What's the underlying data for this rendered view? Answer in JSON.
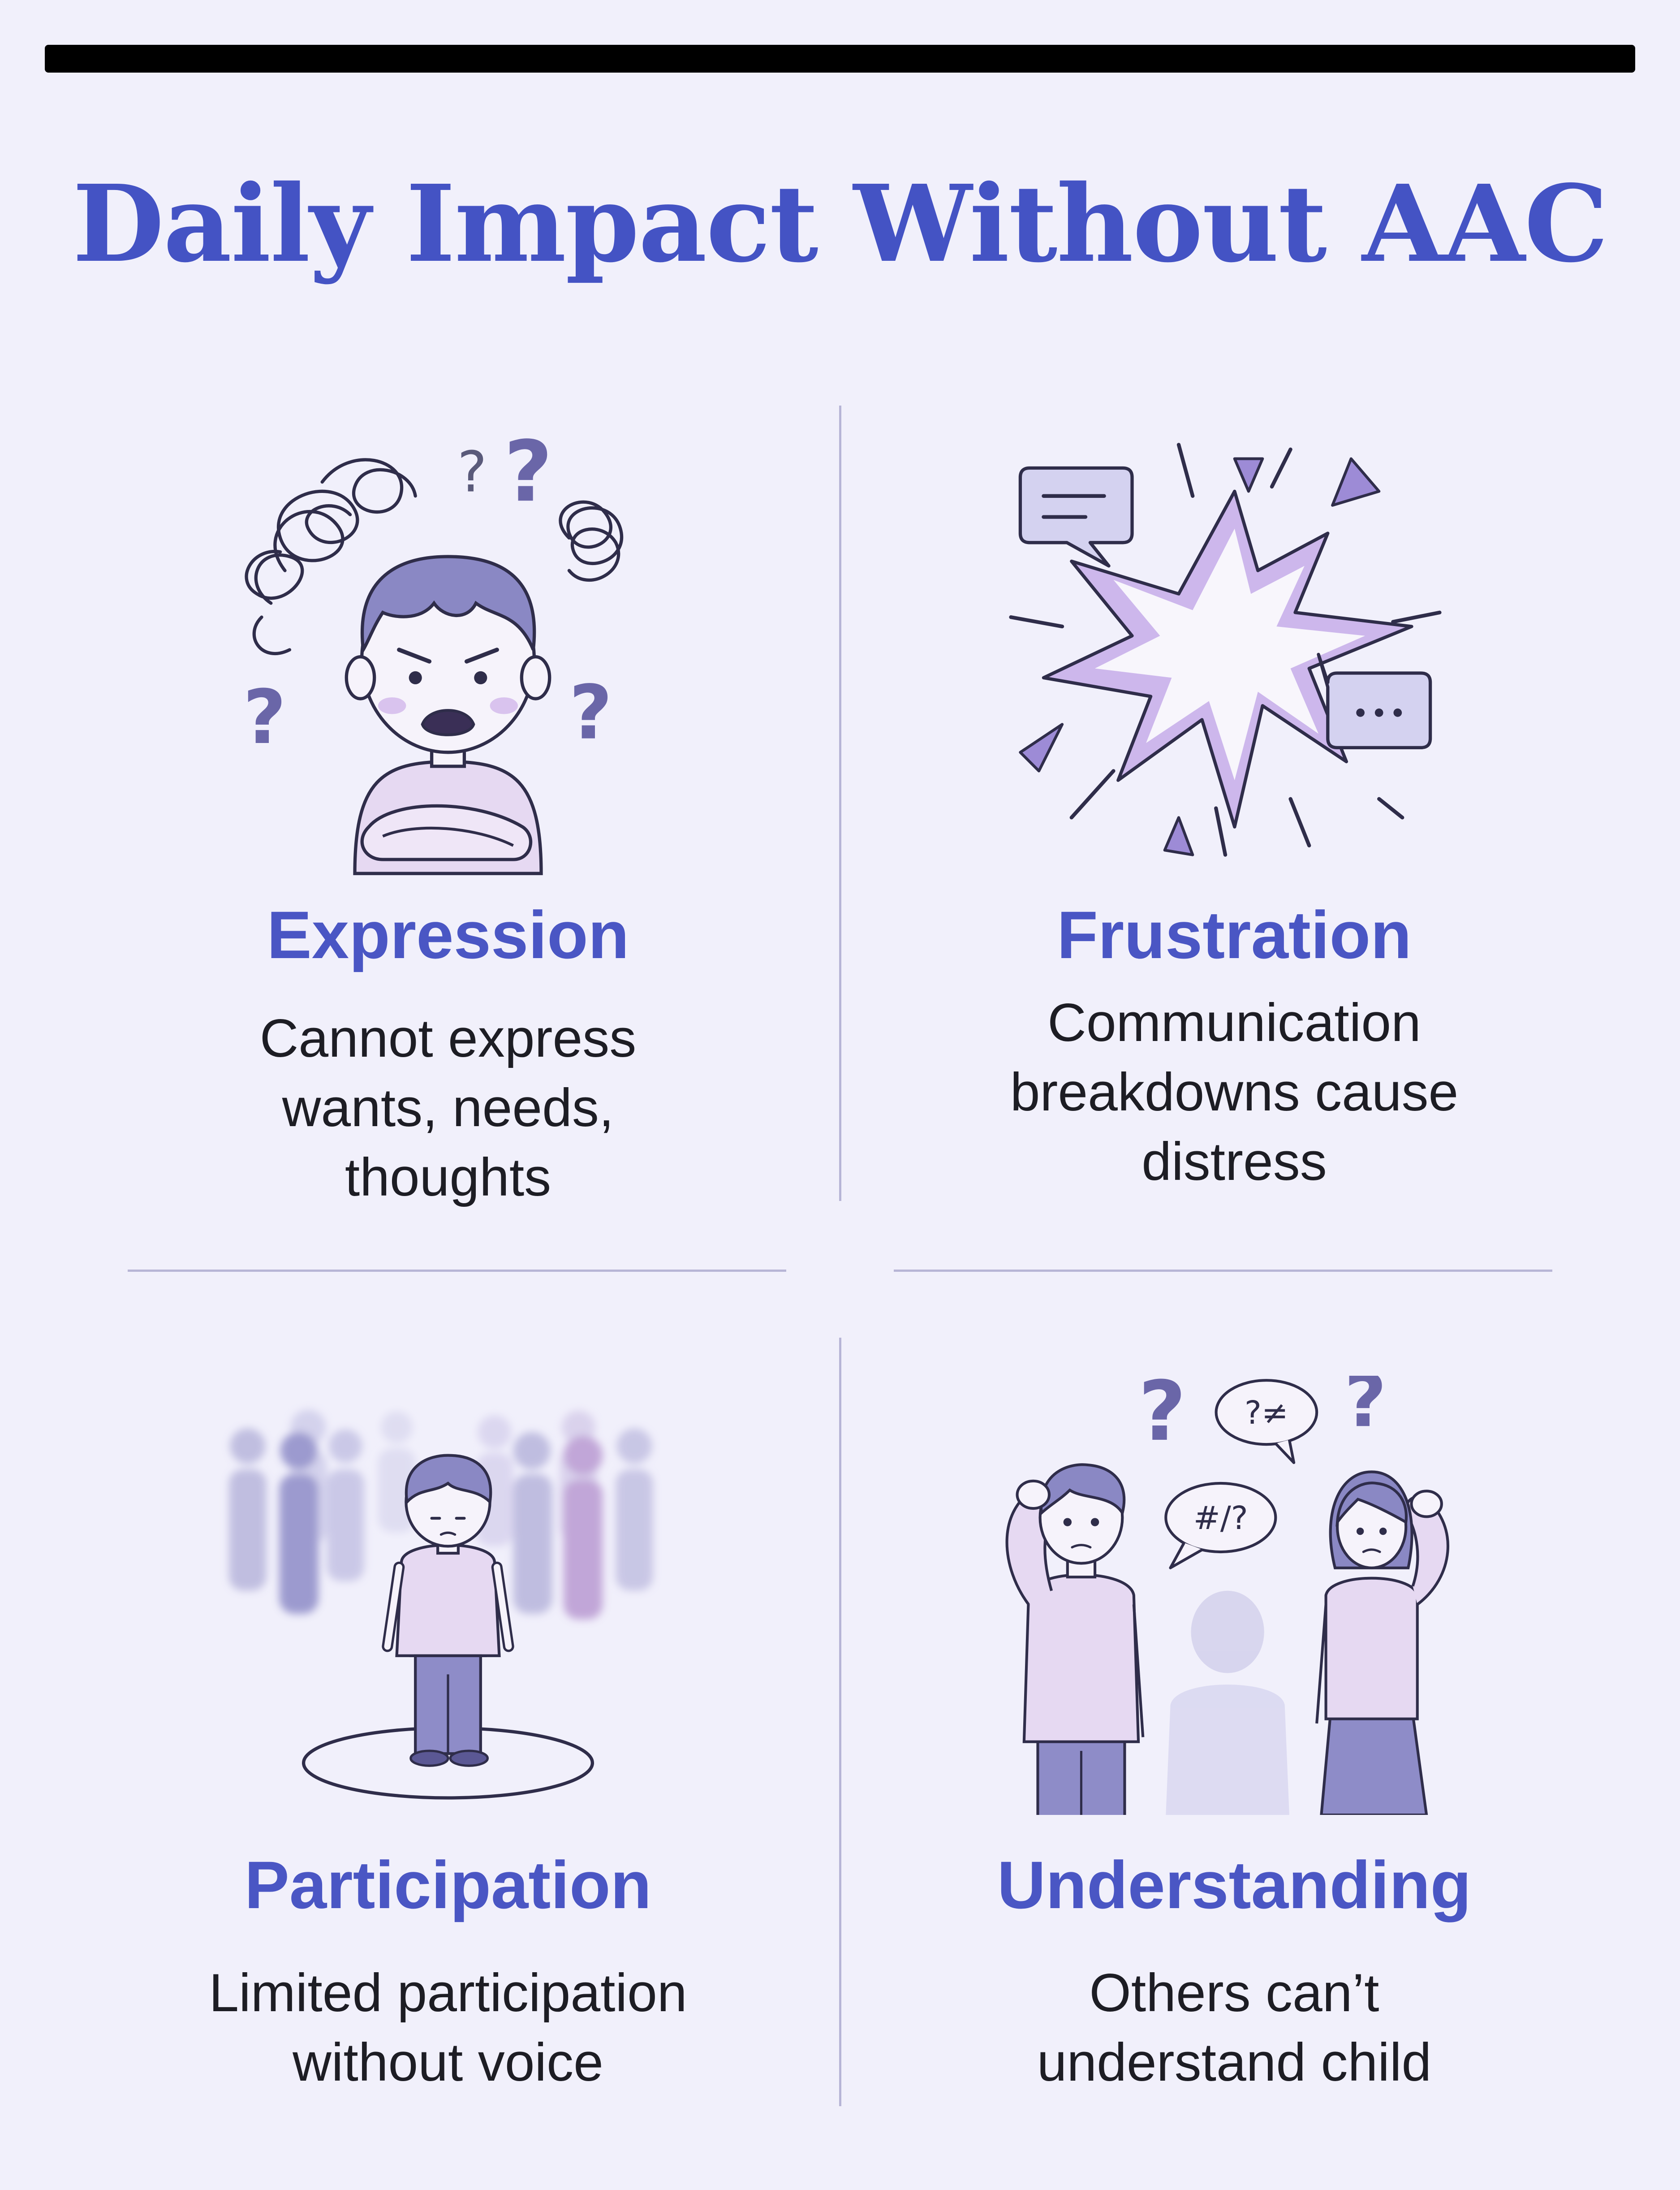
{
  "title": "Daily Impact Without AAC",
  "cards": [
    {
      "title": "Expression",
      "description": "Cannot express wants, needs, thoughts",
      "icon": "frustrated-child-icon"
    },
    {
      "title": "Frustration",
      "description": "Communication breakdowns cause distress",
      "icon": "burst-speech-bubbles-icon"
    },
    {
      "title": "Participation",
      "description": "Limited participation without voice",
      "icon": "isolated-child-crowd-icon"
    },
    {
      "title": "Understanding",
      "description": "Others can’t understand child",
      "icon": "confused-adults-icon"
    }
  ],
  "bubbles": {
    "top": "?≠",
    "middle": "#/?"
  },
  "colors": {
    "accent": "#4453c4",
    "background": "#f1f0fb",
    "lavender": "#e6d9f2",
    "outline": "#2f2d4a",
    "divider": "#b7b5d6"
  }
}
